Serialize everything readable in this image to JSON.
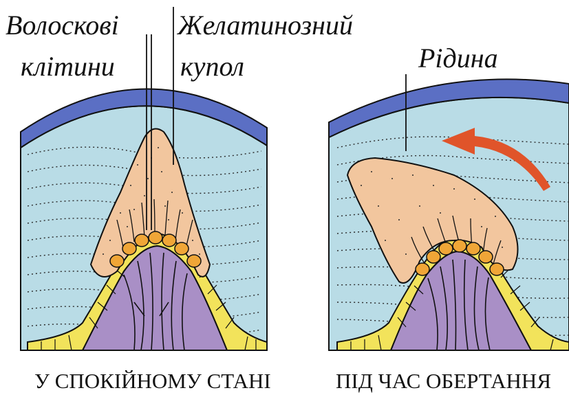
{
  "labels": {
    "hair_cells_line1": "Волоскові",
    "hair_cells_line2": "клітини",
    "cupula_line1": "Желатинозний",
    "cupula_line2": "купол",
    "fluid": "Рідина"
  },
  "captions": {
    "rest": "У СПОКІЙНОМУ СТАНІ",
    "rotation": "ПІД ЧАС ОБЕРТАННЯ"
  },
  "colors": {
    "fluid": "#b9dce6",
    "membrane": "#5b6fc4",
    "cupula": "#f2c69e",
    "supporting_cells": "#a98fc6",
    "epithelium": "#f2e35b",
    "hair_cells": "#f0a637",
    "arrow": "#e0542a",
    "outline": "#111111"
  },
  "icons": {
    "motion_arrow": "curved-arrow-icon"
  }
}
